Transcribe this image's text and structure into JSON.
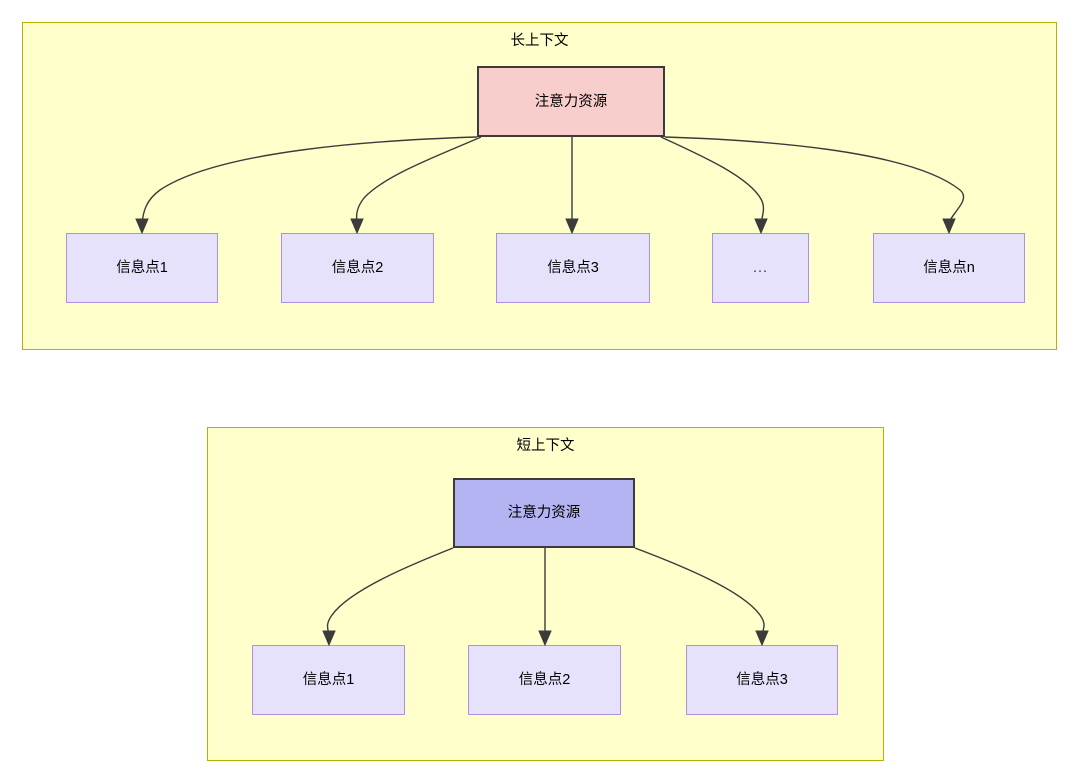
{
  "diagram": {
    "type": "flow-diagram",
    "background_color": "#ffffff",
    "panels": [
      {
        "id": "long-context",
        "title": "长上下文",
        "fill_color": "#ffffcc",
        "border_color": "#b5b500",
        "root": {
          "label": "注意力资源",
          "fill_color": "#f8cecc",
          "border_color": "#3b3b3b"
        },
        "children": [
          {
            "label": "信息点1",
            "fill_color": "#e6e2fb",
            "border_color": "#b18fe0"
          },
          {
            "label": "信息点2",
            "fill_color": "#e6e2fb",
            "border_color": "#b18fe0"
          },
          {
            "label": "信息点3",
            "fill_color": "#e6e2fb",
            "border_color": "#b18fe0"
          },
          {
            "label": "...",
            "fill_color": "#e6e2fb",
            "border_color": "#b18fe0"
          },
          {
            "label": "信息点n",
            "fill_color": "#e6e2fb",
            "border_color": "#b18fe0"
          }
        ]
      },
      {
        "id": "short-context",
        "title": "短上下文",
        "fill_color": "#ffffcc",
        "border_color": "#b5b500",
        "root": {
          "label": "注意力资源",
          "fill_color": "#b5b4f2",
          "border_color": "#3b3b3b"
        },
        "children": [
          {
            "label": "信息点1",
            "fill_color": "#e6e2fb",
            "border_color": "#b18fe0"
          },
          {
            "label": "信息点2",
            "fill_color": "#e6e2fb",
            "border_color": "#b18fe0"
          },
          {
            "label": "信息点3",
            "fill_color": "#e6e2fb",
            "border_color": "#b18fe0"
          }
        ]
      }
    ],
    "edge_color": "#3b3b3b"
  }
}
